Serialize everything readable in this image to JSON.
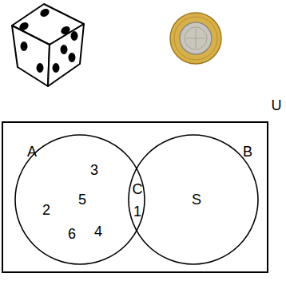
{
  "diagram": {
    "nodes": [
      {
        "text": [
          "U"
        ]
      },
      {
        "text": [
          "A",
          "3",
          "2",
          "5",
          "6",
          "4"
        ],
        "in": 0
      },
      {
        "text": [
          "B",
          "S"
        ],
        "in": 0
      }
    ],
    "labels": [
      "C",
      "1"
    ]
  }
}
